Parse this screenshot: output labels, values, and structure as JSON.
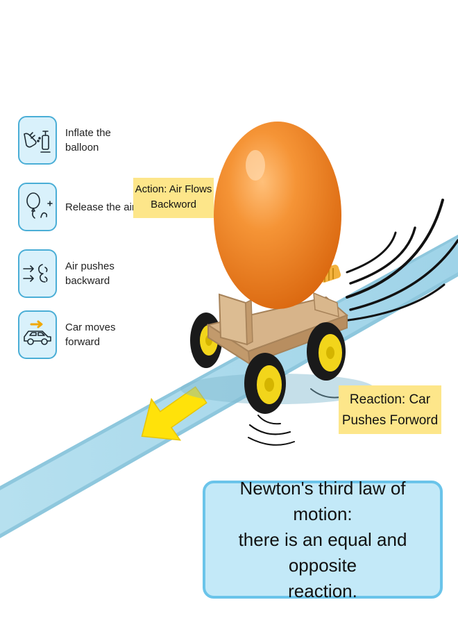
{
  "steps": [
    {
      "label": "Inflate the\nballoon",
      "icon": "hand-pump-icon"
    },
    {
      "label": "Release the air",
      "icon": "balloon-release-icon"
    },
    {
      "label": "Air pushes\nbackward",
      "icon": "air-arrows-icon"
    },
    {
      "label": "Car moves\nforward",
      "icon": "car-arrow-icon"
    }
  ],
  "callouts": {
    "action": "Action: Air Flows\nBackword",
    "reaction": "Reaction: Car\nPushes Forword"
  },
  "law": "Newton's third law of motion:\nthere is an equal and opposite\nreaction.",
  "colors": {
    "track": "#a9d8ea",
    "balloon": "#f07f1e",
    "wheel_hub": "#f2d51b",
    "arrow": "#ffe20a",
    "callout_bg": "#fde68a",
    "icon_border": "#4aaed6"
  }
}
